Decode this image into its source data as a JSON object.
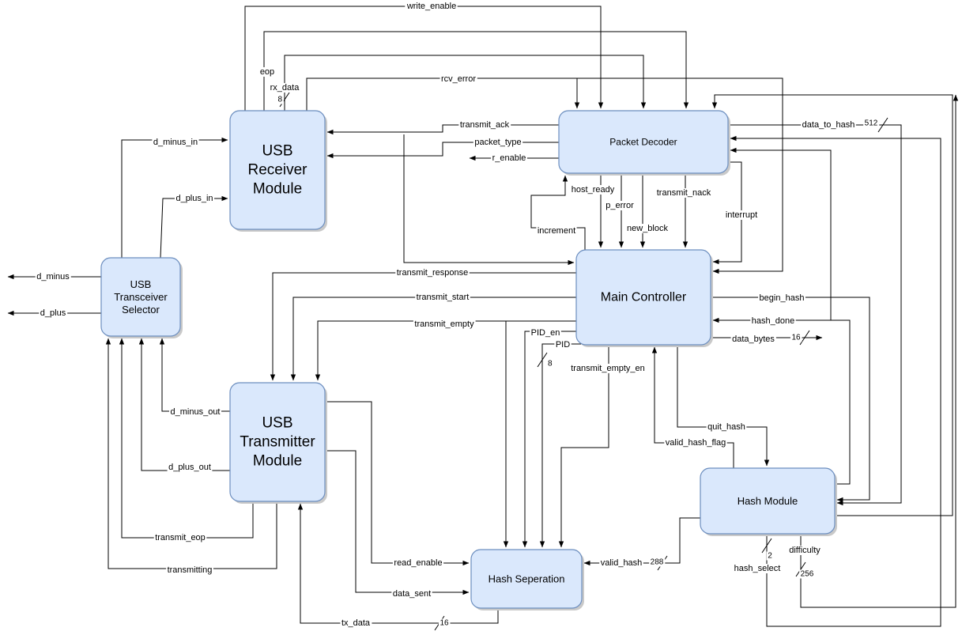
{
  "nodes": {
    "usb_receiver": [
      "USB",
      "Receiver",
      "Module"
    ],
    "packet_decoder": [
      "Packet Decoder"
    ],
    "usb_transceiver_selector": [
      "USB",
      "Transceiver",
      "Selector"
    ],
    "main_controller": [
      "Main Controller"
    ],
    "usb_transmitter": [
      "USB",
      "Transmitter",
      "Module"
    ],
    "hash_module": [
      "Hash Module"
    ],
    "hash_separation": [
      "Hash Seperation"
    ]
  },
  "signals": {
    "write_enable": "write_enable",
    "eop": "eop",
    "rx_data": "rx_data",
    "rcv_error": "rcv_error",
    "transmit_ack": "transmit_ack",
    "packet_type": "packet_type",
    "r_enable": "r_enable",
    "data_to_hash": "data_to_hash",
    "d_minus_in": "d_minus_in",
    "d_plus_in": "d_plus_in",
    "host_ready": "host_ready",
    "p_error": "p_error",
    "transmit_nack": "transmit_nack",
    "interrupt": "interrupt",
    "new_block": "new_block",
    "increment": "increment",
    "d_minus": "d_minus",
    "d_plus": "d_plus",
    "transmit_response": "transmit_response",
    "transmit_start": "transmit_start",
    "transmit_empty": "transmit_empty",
    "begin_hash": "begin_hash",
    "hash_done": "hash_done",
    "PID_en": "PID_en",
    "PID": "PID",
    "data_bytes": "data_bytes",
    "transmit_empty_en": "transmit_empty_en",
    "d_minus_out": "d_minus_out",
    "d_plus_out": "d_plus_out",
    "quit_hash": "quit_hash",
    "valid_hash_flag": "valid_hash_flag",
    "transmit_eop": "transmit_eop",
    "transmitting": "transmitting",
    "read_enable": "read_enable",
    "valid_hash": "valid_hash",
    "data_sent": "data_sent",
    "difficulty": "difficulty",
    "hash_select": "hash_select",
    "tx_data": "tx_data"
  },
  "bus_widths": {
    "rx_data": "8",
    "data_to_hash": "512",
    "data_bytes": "16",
    "PID": "8",
    "valid_hash": "288",
    "hash_select": "2",
    "difficulty": "256",
    "tx_data": "16"
  }
}
